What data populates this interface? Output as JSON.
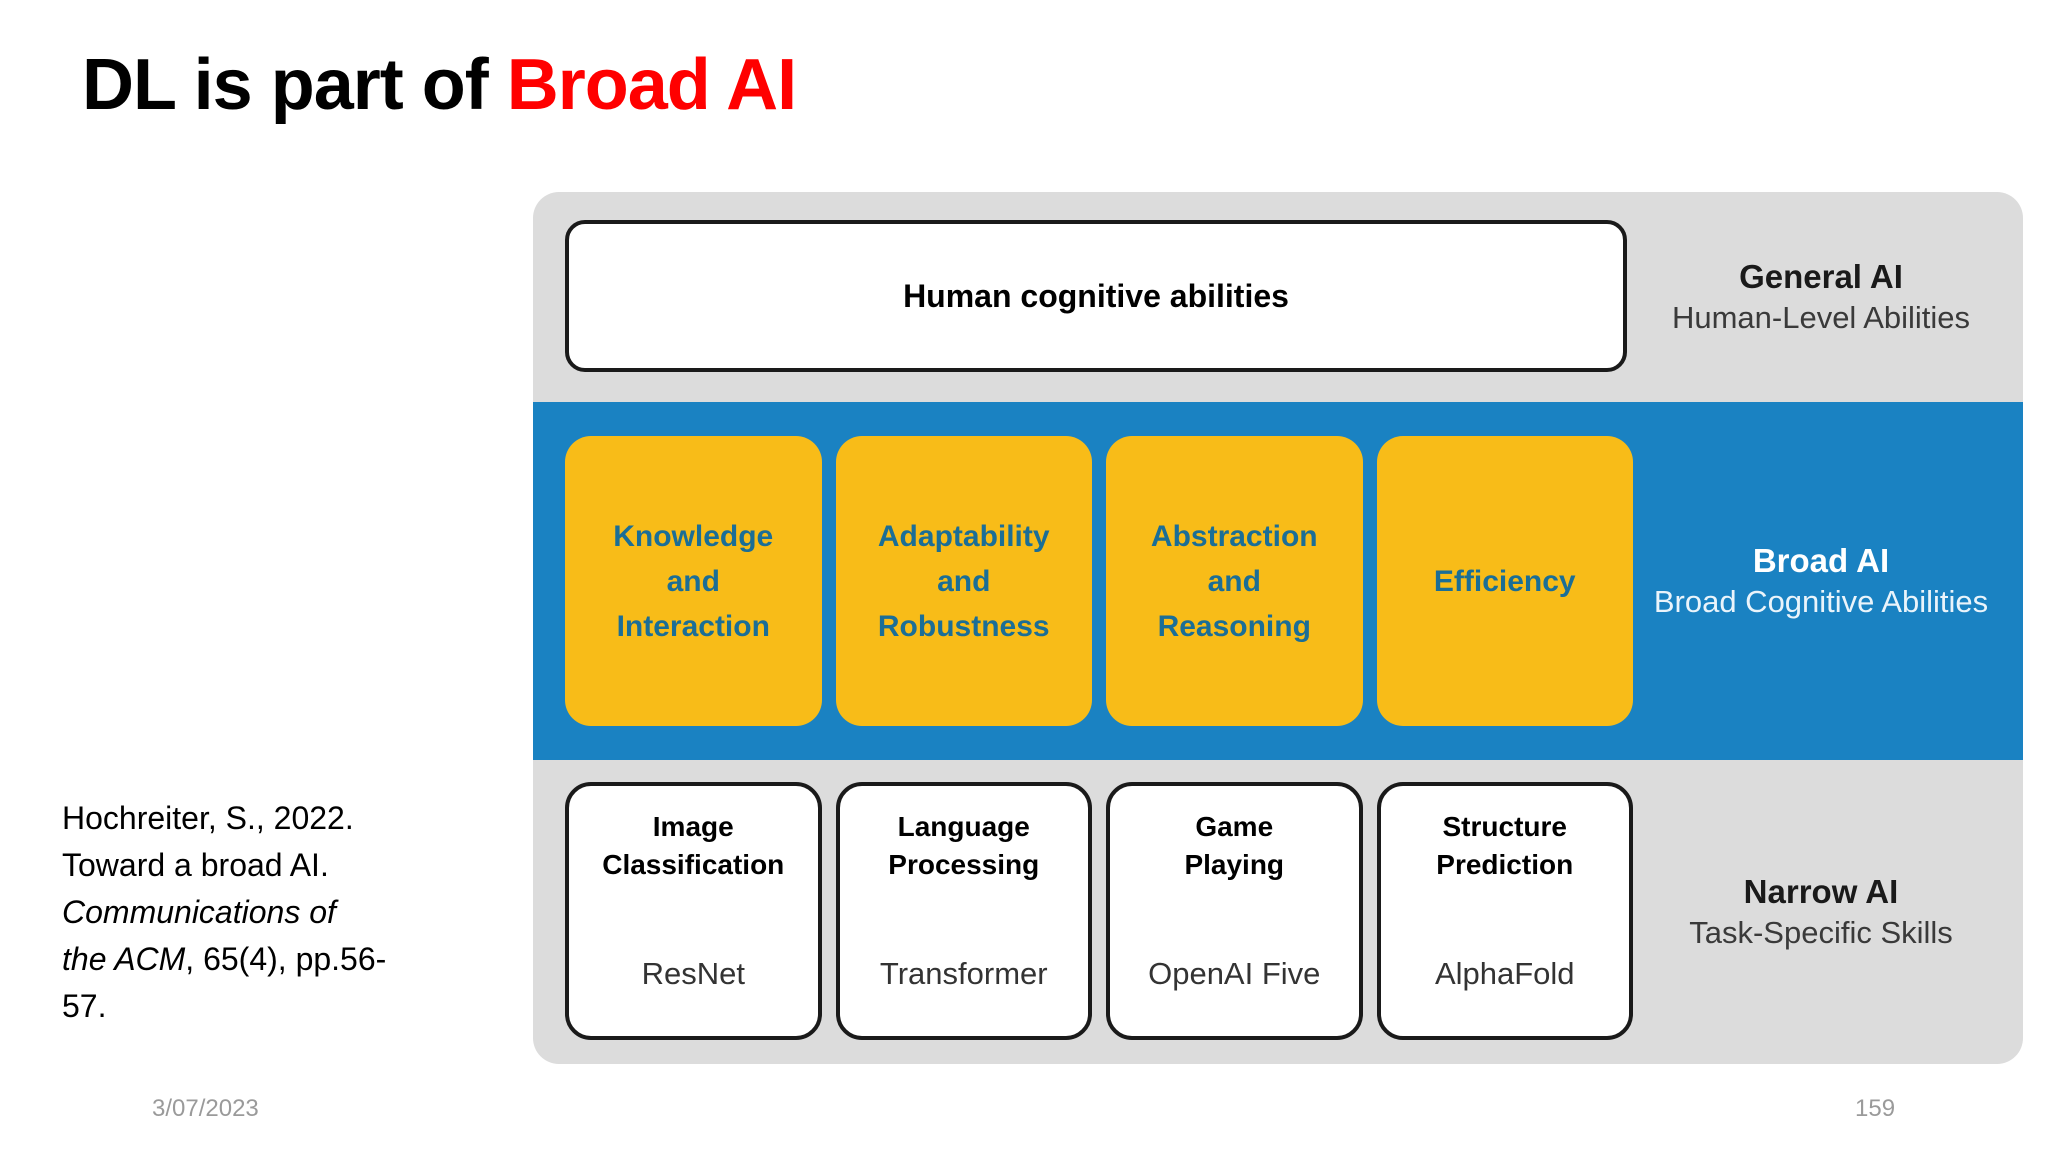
{
  "slide": {
    "title_prefix": "DL is part of ",
    "title_accent": "Broad AI",
    "accent_color": "#ff0000"
  },
  "citation": {
    "line1": "Hochreiter, S., 2022.",
    "line2": "Toward a broad AI.",
    "line3_italic": "Communications of",
    "line4_italic": "the ACM",
    "line4_rest": ", 65(4), pp.56-",
    "line5": "57."
  },
  "diagram": {
    "colors": {
      "container": "#dcdcdc",
      "broad_band": "#1a82c2",
      "card_yellow": "#f8bc18",
      "card_yellow_text": "#1b6e96",
      "card_white": "#ffffff",
      "outline": "#1a1a1a"
    },
    "general": {
      "label_title": "General AI",
      "label_subtitle": "Human-Level Abilities",
      "box_text": "Human cognitive abilities"
    },
    "broad": {
      "label_title": "Broad AI",
      "label_subtitle": "Broad Cognitive Abilities",
      "cards": [
        {
          "text": "Knowledge\nand\nInteraction"
        },
        {
          "text": "Adaptability\nand\nRobustness"
        },
        {
          "text": "Abstraction\nand\nReasoning"
        },
        {
          "text": "Efficiency"
        }
      ]
    },
    "narrow": {
      "label_title": "Narrow AI",
      "label_subtitle": "Task-Specific Skills",
      "cards": [
        {
          "title": "Image\nClassification",
          "model": "ResNet"
        },
        {
          "title": "Language\nProcessing",
          "model": "Transformer"
        },
        {
          "title": "Game\nPlaying",
          "model": "OpenAI Five"
        },
        {
          "title": "Structure\nPrediction",
          "model": "AlphaFold"
        }
      ]
    }
  },
  "footer": {
    "date": "3/07/2023",
    "page_number": "159"
  }
}
